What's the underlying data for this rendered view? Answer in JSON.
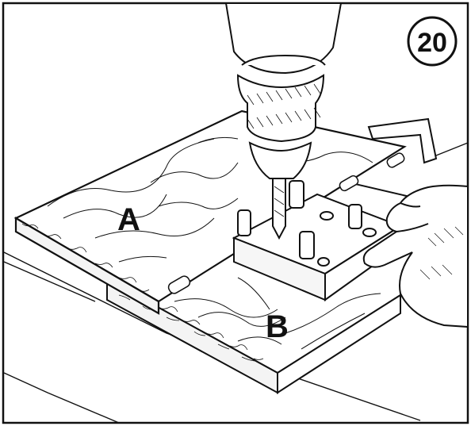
{
  "figure": {
    "step_number": "20",
    "label_a": "A",
    "label_b": "B"
  },
  "icons": [
    "drill-icon",
    "doweling-jig-icon",
    "hand-icon"
  ],
  "colors": {
    "ink": "#111111",
    "paper": "#ffffff"
  }
}
